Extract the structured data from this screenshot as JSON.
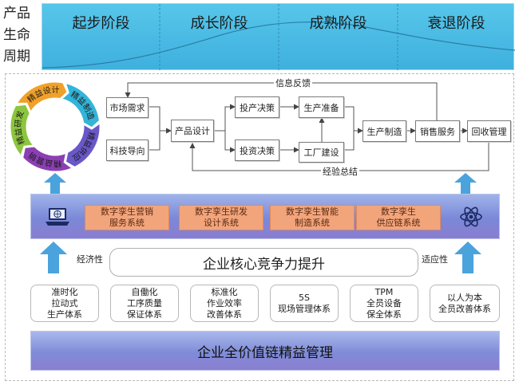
{
  "lifecycle": {
    "label": [
      "产品",
      "生命",
      "周期"
    ],
    "stages": [
      "起步阶段",
      "成长阶段",
      "成熟阶段",
      "衰退阶段"
    ]
  },
  "cycle": {
    "segments": [
      "精益设计",
      "精益制造",
      "精益供应",
      "精益营销",
      "精益研发"
    ],
    "colors": [
      "#f0a12a",
      "#34b4d8",
      "#6a57c8",
      "#8b3fb3",
      "#8cc63f"
    ]
  },
  "flow": {
    "market_demand": "市场需求",
    "tech_guidance": "科技导向",
    "product_design": "产品设计",
    "production_decision": "投产决策",
    "investment_decision": "投资决策",
    "production_prep": "生产准备",
    "plant_construction": "工厂建设",
    "manufacturing": "生产制造",
    "sales_service": "销售服务",
    "recycling": "回收管理",
    "info_feedback": "信息反馈",
    "experience_summary": "经验总结"
  },
  "twins": [
    {
      "line1": "数字孪生营销",
      "line2": "服务系统"
    },
    {
      "line1": "数字孪生研发",
      "line2": "设计系统"
    },
    {
      "line1": "数字孪生智能",
      "line2": "制造系统"
    },
    {
      "line1": "数字孪生",
      "line2": "供应链系统"
    }
  ],
  "core": {
    "title": "企业核心竞争力提升",
    "left_label": "经济性",
    "right_label": "适应性"
  },
  "systems": [
    {
      "line1": "准时化",
      "line2": "拉动式",
      "line3": "生产体系"
    },
    {
      "line1": "自働化",
      "line2": "工序质量",
      "line3": "保证体系"
    },
    {
      "line1": "标准化",
      "line2": "作业效率",
      "line3": "改善体系"
    },
    {
      "line1": "5S",
      "line2": "现场管理体系",
      "line3": ""
    },
    {
      "line1": "TPM",
      "line2": "全员设备",
      "line3": "保全体系"
    },
    {
      "line1": "以人为本",
      "line2": "全员改善体系",
      "line3": ""
    }
  ],
  "bottom": {
    "title": "企业全价值链精益管理"
  },
  "icons": {
    "laptop": "laptop-globe-icon",
    "atom": "atom-icon",
    "arrow": "up-arrow-icon"
  },
  "colors": {
    "band_blue": "#3fb0de",
    "twin_box": "#f2a57b",
    "arrow_blue": "#4aa3dc"
  }
}
